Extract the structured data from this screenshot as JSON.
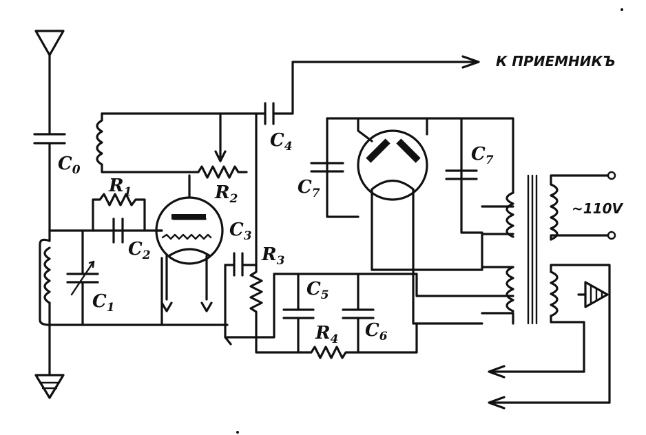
{
  "output_label": "К ПРИЕМНИКЪ",
  "mains_label": "~110V",
  "labels": {
    "C0": {
      "main": "C",
      "sub": "0"
    },
    "C1": {
      "main": "C",
      "sub": "1"
    },
    "C2": {
      "main": "C",
      "sub": "2"
    },
    "C3": {
      "main": "C",
      "sub": "3"
    },
    "C4": {
      "main": "C",
      "sub": "4"
    },
    "C5": {
      "main": "C",
      "sub": "5"
    },
    "C6": {
      "main": "C",
      "sub": "6"
    },
    "C7a": {
      "main": "C",
      "sub": "7"
    },
    "C7b": {
      "main": "C",
      "sub": "7"
    },
    "R1": {
      "main": "R",
      "sub": "1"
    },
    "R2": {
      "main": "R",
      "sub": "2"
    },
    "R3": {
      "main": "R",
      "sub": "3"
    },
    "R4": {
      "main": "R",
      "sub": "4"
    }
  },
  "icons": [
    "antenna-icon",
    "ground-icon",
    "vacuum-tube-icon",
    "rectifier-tube-icon",
    "transformer-icon",
    "arrow-icon"
  ]
}
